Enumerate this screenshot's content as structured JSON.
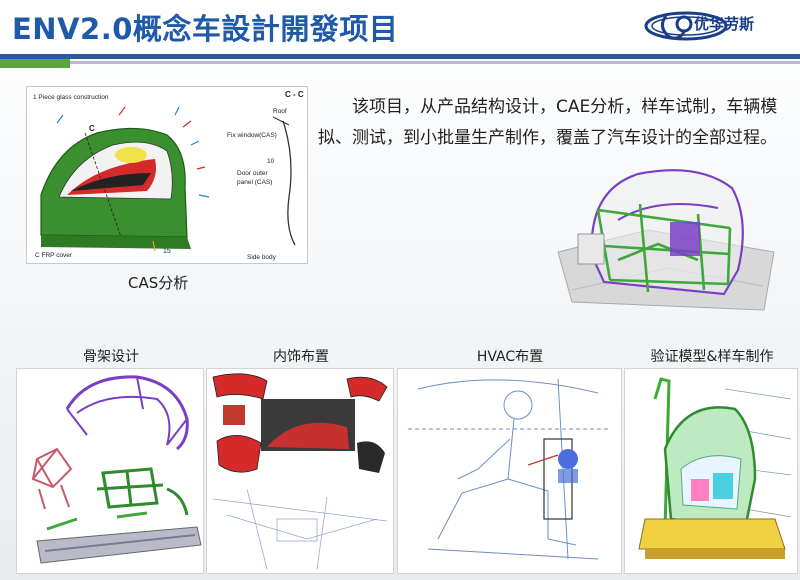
{
  "header": {
    "title": "ENV2.0概念车設計開發项目",
    "logo_text": "优华劳斯"
  },
  "cas_figure": {
    "label_glass": "1 Piece glass construction",
    "label_section": "C - C",
    "label_roof": "Roof",
    "label_fix_window": "Fix window(CAS)",
    "label_door_outer": "Door outer",
    "label_door_panel": "panel (CAS)",
    "label_frp": "C FRP cover",
    "label_side_body": "Side body",
    "num_10": "10",
    "num_15": "15",
    "letter_c": "C",
    "caption": "CAS分析"
  },
  "description": "该项目，从产品结构设计，CAE分析，样车试制，车辆模拟、测试，到小批量生产制作，覆盖了汽车设计的全部过程。",
  "panels": [
    {
      "caption": "骨架设计"
    },
    {
      "caption": "内饰布置"
    },
    {
      "caption": "HVAC布置"
    },
    {
      "caption": "验证模型&样车制作"
    }
  ],
  "colors": {
    "title_blue": "#1f5aa8",
    "bar_blue": "#2b5aa0",
    "bar_green": "#5aa63a",
    "frame_green": "#3fa83a",
    "frame_purple": "#7a3fc4",
    "interior_red": "#d42a2a"
  }
}
